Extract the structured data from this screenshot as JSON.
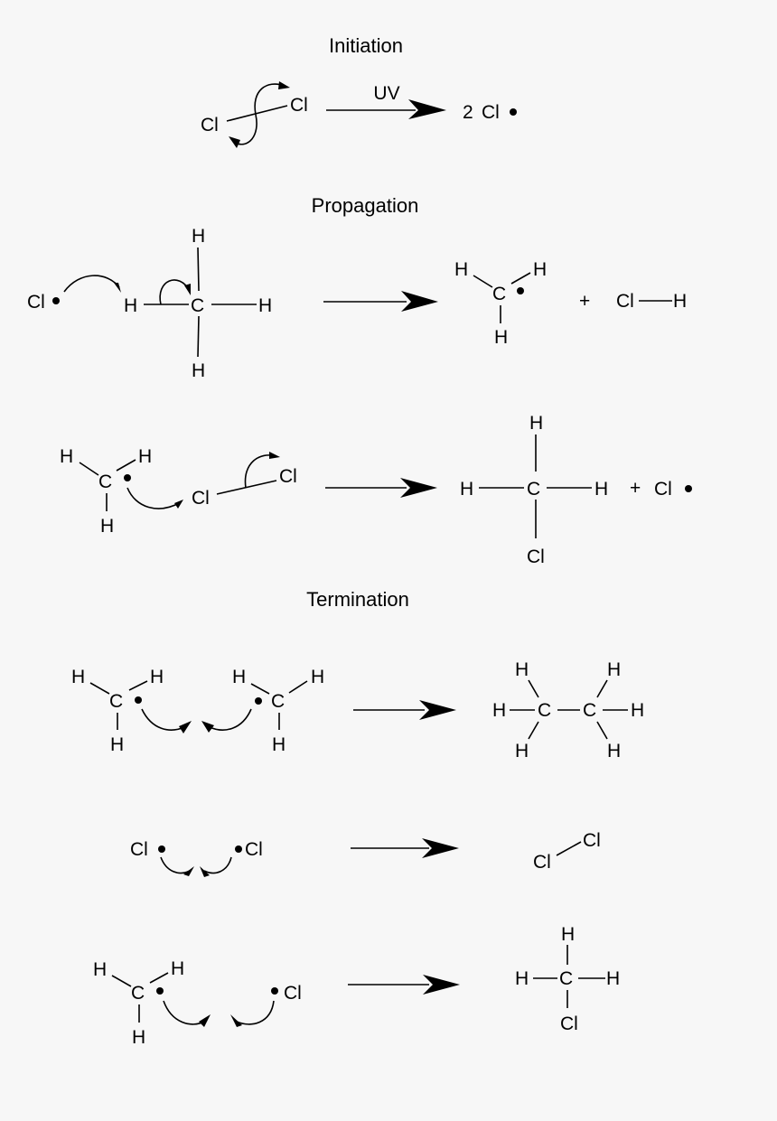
{
  "background": "#f7f7f7",
  "ink": "#000000",
  "sections": {
    "initiation": {
      "title": "Initiation",
      "reactant": {
        "cl_left": "Cl",
        "cl_right": "Cl"
      },
      "condition": "UV",
      "product": {
        "coef": "2",
        "atom": "Cl"
      }
    },
    "propagation": {
      "title": "Propagation",
      "step1": {
        "radical": "Cl",
        "methane": {
          "c": "C",
          "h_left": "H",
          "h_top": "H",
          "h_right": "H",
          "h_bottom": "H"
        },
        "product_methyl": {
          "c": "C",
          "h_left": "H",
          "h_right": "H",
          "h_bottom": "H"
        },
        "plus": "+",
        "product_hcl": {
          "cl": "Cl",
          "h": "H"
        }
      },
      "step2": {
        "methyl": {
          "c": "C",
          "h_left": "H",
          "h_right": "H",
          "h_bottom": "H"
        },
        "cl2": {
          "cl_left": "Cl",
          "cl_right": "Cl"
        },
        "product_chloromethane": {
          "c": "C",
          "h_top": "H",
          "h_left": "H",
          "h_right": "H",
          "cl_bottom": "Cl"
        },
        "plus": "+",
        "product_radical": "Cl"
      }
    },
    "termination": {
      "title": "Termination",
      "step1": {
        "methyl_a": {
          "c": "C",
          "h_left": "H",
          "h_right": "H",
          "h_bottom": "H"
        },
        "methyl_b": {
          "c": "C",
          "h_left": "H",
          "h_right": "H",
          "h_bottom": "H"
        },
        "ethane": {
          "c1": "C",
          "c2": "C",
          "h": "H"
        }
      },
      "step2": {
        "radical_a": "Cl",
        "radical_b": "Cl",
        "product": {
          "cl_left": "Cl",
          "cl_right": "Cl"
        }
      },
      "step3": {
        "methyl": {
          "c": "C",
          "h_left": "H",
          "h_right": "H",
          "h_bottom": "H"
        },
        "radical": "Cl",
        "product_chloromethane": {
          "c": "C",
          "h_top": "H",
          "h_left": "H",
          "h_right": "H",
          "cl_bottom": "Cl"
        }
      }
    }
  }
}
